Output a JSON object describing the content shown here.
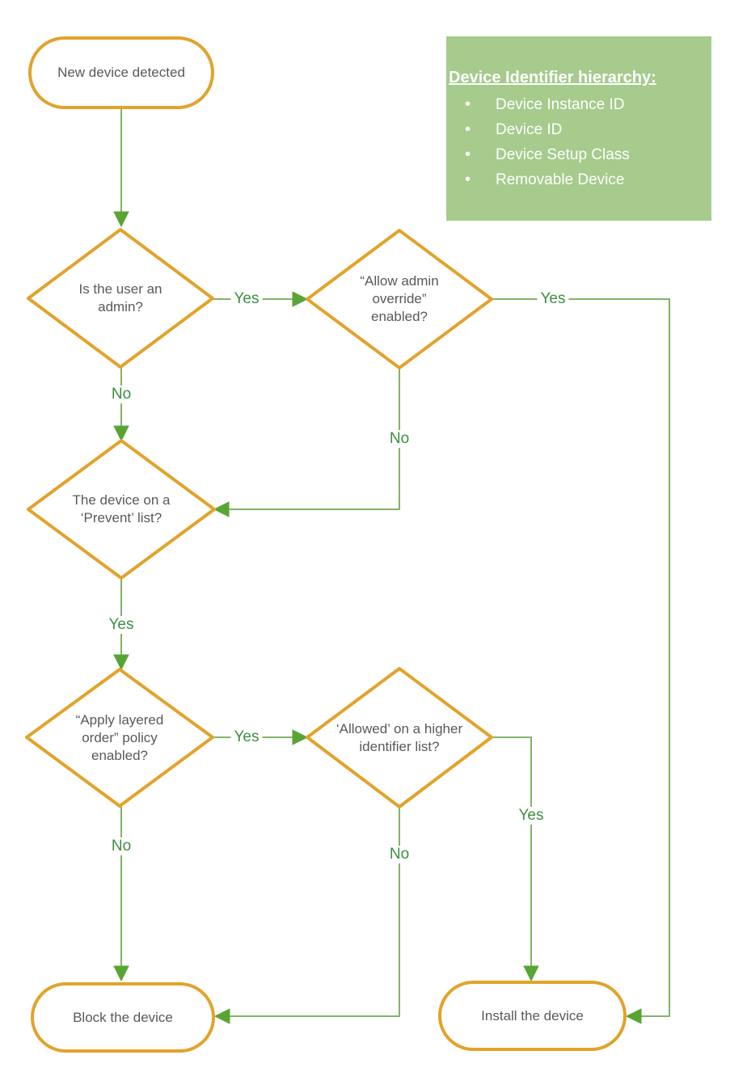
{
  "nodes": {
    "start": {
      "label": "New device detected"
    },
    "admin": {
      "label": "Is the user an admin?"
    },
    "override": {
      "label": "“Allow admin override” enabled?"
    },
    "prevent": {
      "label": "The device on a ‘Prevent’ list?"
    },
    "layered": {
      "label": "“Apply layered order” policy enabled?"
    },
    "allowed": {
      "label": "‘Allowed’ on a higher identifier list?"
    },
    "block": {
      "label": "Block the device"
    },
    "install": {
      "label": "Install the device"
    }
  },
  "edge_labels": {
    "admin_yes": "Yes",
    "admin_no": "No",
    "override_yes": "Yes",
    "override_no": "No",
    "prevent_yes": "Yes",
    "layered_yes": "Yes",
    "layered_no": "No",
    "allowed_yes": "Yes",
    "allowed_no": "No"
  },
  "panel": {
    "title": "Device Identifier hierarchy:",
    "items": [
      "Device Instance ID",
      "Device ID",
      "Device Setup Class",
      "Removable Device"
    ]
  },
  "colors": {
    "node_border": "#e1a32b",
    "connector": "#82b366",
    "arrowhead": "#58a536",
    "edge_label_text": "#3d8e40",
    "node_text": "#595959",
    "panel_background": "#a6cb8d",
    "panel_text": "#ffffff"
  }
}
